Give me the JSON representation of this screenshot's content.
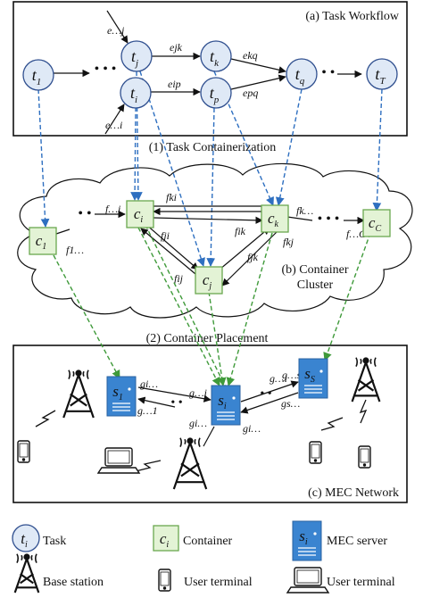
{
  "panels": {
    "workflow_title": "(a) Task Workflow",
    "cluster_title_line1": "(b) Container",
    "cluster_title_line2": "Cluster",
    "mec_title": "(c) MEC Network",
    "step1": "(1) Task Containerization",
    "step2": "(2) Container Placement"
  },
  "tasks": [
    {
      "id": "t1",
      "base": "t",
      "sub": "1"
    },
    {
      "id": "tj",
      "base": "t",
      "sub": "j"
    },
    {
      "id": "ti",
      "base": "t",
      "sub": "i"
    },
    {
      "id": "tk",
      "base": "t",
      "sub": "k"
    },
    {
      "id": "tp",
      "base": "t",
      "sub": "p"
    },
    {
      "id": "tq",
      "base": "t",
      "sub": "q"
    },
    {
      "id": "tT",
      "base": "t",
      "sub": "T"
    }
  ],
  "containers": [
    {
      "id": "c1",
      "base": "c",
      "sub": "1"
    },
    {
      "id": "ci",
      "base": "c",
      "sub": "i"
    },
    {
      "id": "cj",
      "base": "c",
      "sub": "j"
    },
    {
      "id": "ck",
      "base": "c",
      "sub": "k"
    },
    {
      "id": "cC",
      "base": "c",
      "sub": "C"
    }
  ],
  "servers": [
    {
      "id": "s1",
      "base": "s",
      "sub": "1"
    },
    {
      "id": "si",
      "base": "s",
      "sub": "i"
    },
    {
      "id": "sS",
      "base": "s",
      "sub": "S"
    }
  ],
  "edge_labels": {
    "e_j_in": "e…j",
    "e_i_in": "e…i",
    "e_jk": "ejk",
    "e_ip": "eip",
    "e_kq": "ekq",
    "e_pq": "epq",
    "f_i_in": "f…i",
    "f_1_out": "f1…",
    "f_ki": "fki",
    "f_ji": "fji",
    "f_ij": "fij",
    "f_ik": "fik",
    "f_jk": "fjk",
    "f_kj": "fkj",
    "f_k_out": "fk…",
    "f_c_in": "f…C",
    "g_i_a": "gi…",
    "g_1_in": "g…1",
    "g_i_b": "g…i",
    "g_i_c": "gi…",
    "g_i_d": "g…i",
    "g_s": "g…s",
    "g_s_out": "gs…"
  },
  "legend": {
    "task_label": "Task",
    "container_label": "Container",
    "server_label": "MEC server",
    "bs_label": "Base station",
    "ut_label_1": "User terminal",
    "ut_label_2": "User  terminal",
    "task_symbol": {
      "base": "t",
      "sub": "i"
    },
    "container_symbol": {
      "base": "c",
      "sub": "i"
    },
    "server_symbol": {
      "base": "s",
      "sub": "i"
    }
  },
  "colors": {
    "task_fill": "#dfe9f6",
    "task_stroke": "#2f4f8f",
    "container_fill": "#e3f3d5",
    "container_stroke": "#6aa84f",
    "server_fill": "#3a84d0",
    "server_stroke": "#2a62a0",
    "blue_dash": "#2e6fc0",
    "green_dash": "#3f9a3a"
  }
}
